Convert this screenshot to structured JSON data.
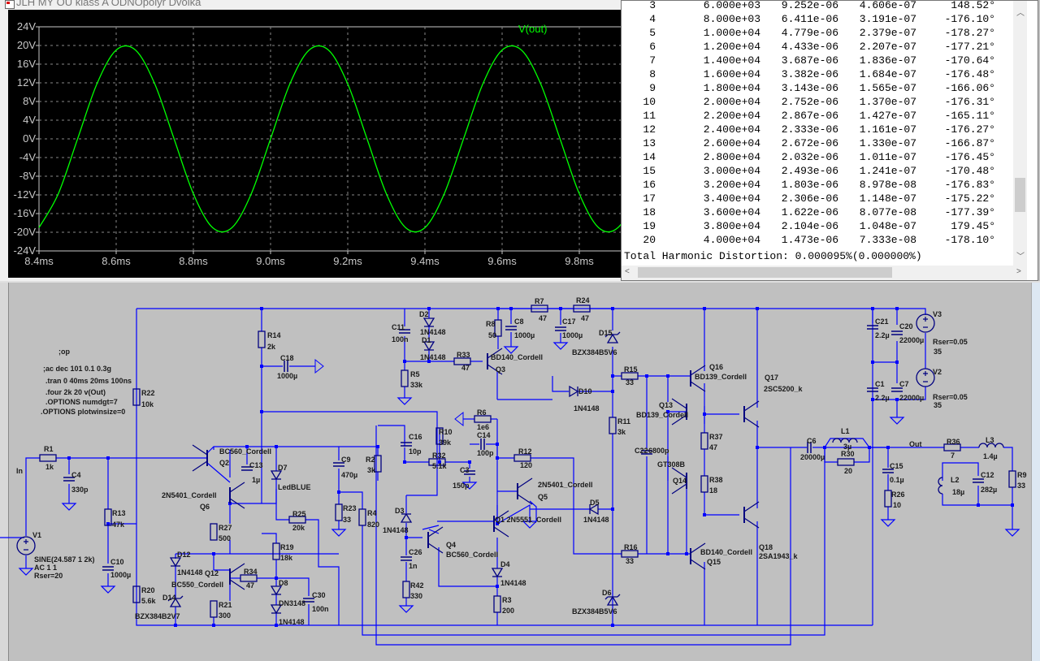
{
  "plot_window": {
    "title": "JLH MY OU klass A  ODNOpolyr Dvolka",
    "trace_label": "V(out)",
    "trace_color": "#00ff00"
  },
  "chart_data": {
    "type": "line",
    "title": "",
    "xlabel": "",
    "ylabel": "",
    "xlim": [
      8.4,
      10.0
    ],
    "ylim": [
      -24,
      24
    ],
    "grid": true,
    "x_ticks": [
      "8.4ms",
      "8.6ms",
      "8.8ms",
      "9.0ms",
      "9.2ms",
      "9.4ms",
      "9.6ms",
      "9.8ms"
    ],
    "x_tick_values": [
      8.4,
      8.6,
      8.8,
      9.0,
      9.2,
      9.4,
      9.6,
      9.8
    ],
    "y_ticks": [
      "24V",
      "20V",
      "16V",
      "12V",
      "8V",
      "4V",
      "0V",
      "-4V",
      "-8V",
      "-12V",
      "-16V",
      "-20V",
      "-24V"
    ],
    "y_tick_values": [
      24,
      20,
      16,
      12,
      8,
      4,
      0,
      -4,
      -8,
      -12,
      -16,
      -20,
      -24
    ],
    "series": [
      {
        "name": "V(out)",
        "color": "#00ff00",
        "x": [
          8.4,
          8.45,
          8.5,
          8.55,
          8.6,
          8.65,
          8.7,
          8.75,
          8.8,
          8.85,
          8.9,
          8.95,
          9.0,
          9.05,
          9.1,
          9.15,
          9.2,
          9.25,
          9.3,
          9.35,
          9.4,
          9.45,
          9.5,
          9.55,
          9.6,
          9.65,
          9.7,
          9.75,
          9.8,
          9.85,
          9.9,
          9.95,
          10.0
        ],
        "y": [
          -19.02,
          -11.76,
          0,
          11.76,
          19.02,
          19.02,
          11.76,
          0,
          -11.76,
          -19.02,
          -19.02,
          -11.76,
          0,
          11.76,
          19.02,
          19.02,
          11.76,
          0,
          -11.76,
          -19.02,
          -19.02,
          -11.76,
          0,
          11.76,
          19.02,
          19.02,
          11.76,
          0,
          -11.76,
          -19.02,
          -19.02,
          -11.76,
          0
        ]
      }
    ]
  },
  "fourier_table": {
    "rows": [
      [
        "3",
        "6.000e+03",
        "9.252e-06",
        "4.606e-07",
        "148.52°"
      ],
      [
        "4",
        "8.000e+03",
        "6.411e-06",
        "3.191e-07",
        "-176.10°"
      ],
      [
        "5",
        "1.000e+04",
        "4.779e-06",
        "2.379e-07",
        "-178.27°"
      ],
      [
        "6",
        "1.200e+04",
        "4.433e-06",
        "2.207e-07",
        "-177.21°"
      ],
      [
        "7",
        "1.400e+04",
        "3.687e-06",
        "1.836e-07",
        "-170.64°"
      ],
      [
        "8",
        "1.600e+04",
        "3.382e-06",
        "1.684e-07",
        "-176.48°"
      ],
      [
        "9",
        "1.800e+04",
        "3.143e-06",
        "1.565e-07",
        "-166.06°"
      ],
      [
        "10",
        "2.000e+04",
        "2.752e-06",
        "1.370e-07",
        "-176.31°"
      ],
      [
        "11",
        "2.200e+04",
        "2.867e-06",
        "1.427e-07",
        "-165.11°"
      ],
      [
        "12",
        "2.400e+04",
        "2.333e-06",
        "1.161e-07",
        "-176.27°"
      ],
      [
        "13",
        "2.600e+04",
        "2.672e-06",
        "1.330e-07",
        "-166.87°"
      ],
      [
        "14",
        "2.800e+04",
        "2.032e-06",
        "1.011e-07",
        "-176.45°"
      ],
      [
        "15",
        "3.000e+04",
        "2.493e-06",
        "1.241e-07",
        "-170.48°"
      ],
      [
        "16",
        "3.200e+04",
        "1.803e-06",
        "8.978e-08",
        "-176.83°"
      ],
      [
        "17",
        "3.400e+04",
        "2.306e-06",
        "1.148e-07",
        "-175.22°"
      ],
      [
        "18",
        "3.600e+04",
        "1.622e-06",
        "8.077e-08",
        "-177.39°"
      ],
      [
        "19",
        "3.800e+04",
        "2.104e-06",
        "1.048e-07",
        "179.45°"
      ],
      [
        "20",
        "4.000e+04",
        "1.473e-06",
        "7.333e-08",
        "-178.10°"
      ]
    ],
    "thd": "Total Harmonic Distortion: 0.000095%(0.000000%)"
  },
  "schematic": {
    "wire_color": "#0000ff",
    "directives": [
      ";op",
      ";ac dec 101 0.1 0.3g",
      ".tran 0 40ms 20ms 100ns",
      ".four 2k 20 v(Out)",
      ".OPTIONS numdgt=7",
      ".OPTIONS plotwinsize=0"
    ],
    "net_labels": {
      "in": "In",
      "out": "Out"
    },
    "components": {
      "R1": [
        "R1",
        "1k"
      ],
      "C4": [
        "C4",
        "330p"
      ],
      "V1": [
        "V1",
        "SINE(24.587 1 2k)",
        "AC 1 1",
        "Rser=20"
      ],
      "R13": [
        "R13",
        "47k"
      ],
      "C10": [
        "C10",
        "1000µ"
      ],
      "R22": [
        "R22",
        "10k"
      ],
      "R20": [
        "R20",
        "5.6k"
      ],
      "D14": [
        "D14",
        "BZX384B2V7"
      ],
      "D12": [
        "D12",
        "1N4148"
      ],
      "Q2": [
        "Q2",
        "BC560_Cordell"
      ],
      "C13": [
        "C13",
        "1µ"
      ],
      "D7": [
        "D7",
        "LedBLUE"
      ],
      "R14": [
        "R14",
        "2k"
      ],
      "C18": [
        "C18",
        "1000µ"
      ],
      "Q6": [
        "Q6",
        "2N5401_Cordell"
      ],
      "R27": [
        "R27",
        "500"
      ],
      "R25": [
        "R25",
        "20k"
      ],
      "R19": [
        "R19",
        "18k"
      ],
      "Q12": [
        "Q12",
        "BC550_Cordell"
      ],
      "R34": [
        "R34",
        "47"
      ],
      "D8": [
        "D8",
        "DN3148",
        "1N4148"
      ],
      "C30": [
        "C30",
        "100n"
      ],
      "R21": [
        "R21",
        "300"
      ],
      "C9": [
        "C9",
        "470µ"
      ],
      "R2": [
        "R2",
        "3k"
      ],
      "R23": [
        "R23",
        "33"
      ],
      "R4": [
        "R4",
        "820"
      ],
      "C16": [
        "C16",
        "10p"
      ],
      "R10": [
        "R10",
        "39k"
      ],
      "R32": [
        "R32",
        "5.1k"
      ],
      "R6": [
        "R6",
        "1e6"
      ],
      "C14": [
        "C14",
        "100p"
      ],
      "C3": [
        "C3",
        "150p"
      ],
      "R12": [
        "R12",
        "120"
      ],
      "Q5": [
        "Q5",
        "2N5401_Cordell"
      ],
      "Q1": [
        "Q1  2N5551_Cordell"
      ],
      "D5": [
        "D5",
        "1N4148"
      ],
      "D3": [
        "D3",
        "1N4148"
      ],
      "C26": [
        "C26",
        "1n"
      ],
      "R42": [
        "R42",
        "330"
      ],
      "Q4": [
        "Q4",
        "BC560_Cordell"
      ],
      "D4": [
        "D4",
        "1N4148"
      ],
      "R3": [
        "R3",
        "200"
      ],
      "R16": [
        "R16",
        "33"
      ],
      "D6": [
        "D6",
        "BZX384B5V6"
      ],
      "C11": [
        "C11",
        "100n"
      ],
      "D2": [
        "D2",
        "1N4148"
      ],
      "D1": [
        "D1",
        "1N4148"
      ],
      "R33": [
        "R33",
        "47"
      ],
      "R5": [
        "R5",
        "33k"
      ],
      "R8": [
        "R8",
        "50"
      ],
      "C8": [
        "C8",
        "1000µ"
      ],
      "Q3": [
        "BD140_Cordell",
        "Q3"
      ],
      "R7": [
        "R7",
        "47"
      ],
      "C17": [
        "C17",
        "1000µ"
      ],
      "R24": [
        "R24",
        "47"
      ],
      "D15": [
        "D15",
        "BZX384B5V6"
      ],
      "R15": [
        "R15",
        "33"
      ],
      "D10": [
        "D10",
        "1N4148"
      ],
      "R11": [
        "R11",
        "3k"
      ],
      "C22": [
        "C22",
        "6800p"
      ],
      "Q16": [
        "Q16",
        "BD139_Cordell"
      ],
      "Q13": [
        "Q13",
        "BD139_Cordell"
      ],
      "Q14": [
        "GT308B",
        "Q14"
      ],
      "R37": [
        "R37",
        "47"
      ],
      "R38": [
        "R38",
        "18"
      ],
      "Q17": [
        "Q17",
        "2SC5200_k"
      ],
      "Q18": [
        "Q18",
        "2SA1943_k"
      ],
      "Q15": [
        "BD140_Cordell",
        "Q15"
      ],
      "C6": [
        "C6",
        "20000µ"
      ],
      "L1": [
        "L1",
        "3µ"
      ],
      "R30": [
        "R30",
        "20"
      ],
      "R36": [
        "R36",
        "7"
      ],
      "L3": [
        "L3",
        "1.4µ"
      ],
      "C15": [
        "C15",
        "0.1µ"
      ],
      "R26": [
        "R26",
        "10"
      ],
      "L2": [
        "L2",
        "18µ"
      ],
      "C12": [
        "C12",
        "282µ"
      ],
      "R9": [
        "R9",
        "33"
      ],
      "C21": [
        "C21",
        "2.2µ"
      ],
      "C20": [
        "C20",
        "22000µ"
      ],
      "V3": [
        "V3",
        "Rser=0.05",
        "35"
      ],
      "C1": [
        "C1",
        "2.2µ"
      ],
      "C7": [
        "C7",
        "22000µ"
      ],
      "V2": [
        "V2",
        "Rser=0.05",
        "35"
      ]
    }
  }
}
